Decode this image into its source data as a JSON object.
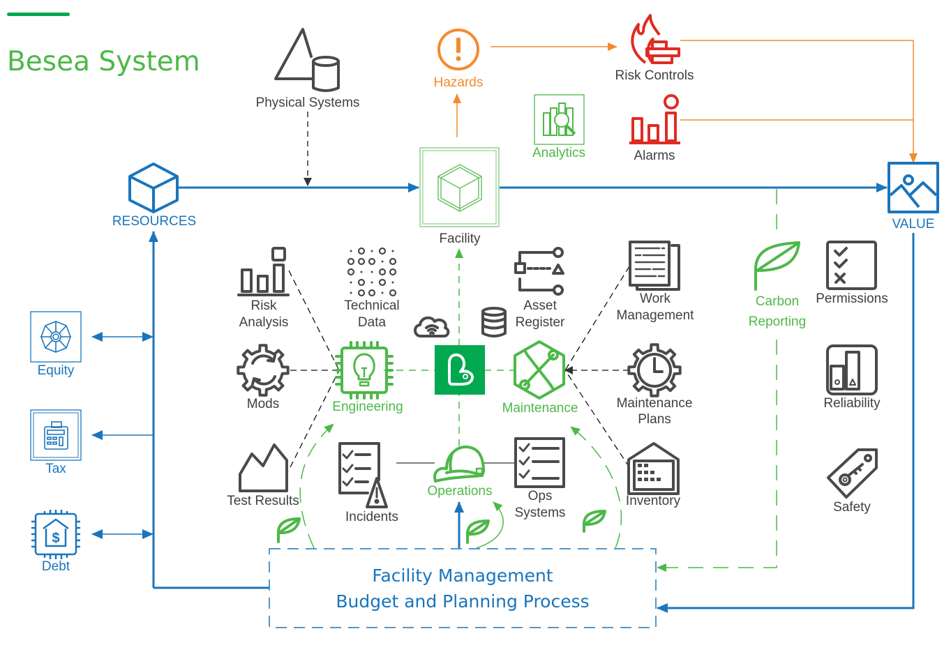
{
  "title": "Besea System",
  "colors": {
    "brand_green": "#00a94f",
    "label_green": "#4db848",
    "flow_blue": "#1a75bc",
    "hazard_orange": "#f58a2c",
    "alarm_red": "#e12b22",
    "icon_gray": "#4a4a4a"
  },
  "nodes": {
    "physical_systems": {
      "label": "Physical Systems",
      "icon": "triangle-cylinder-icon"
    },
    "hazards": {
      "label": "Hazards",
      "icon": "exclamation-circle-icon"
    },
    "risk_controls": {
      "label": "Risk Controls",
      "icon": "fire-wall-icon"
    },
    "analytics": {
      "label": "Analytics",
      "icon": "analytics-magnifier-icon"
    },
    "alarms": {
      "label": "Alarms",
      "icon": "bar-chart-alert-icon"
    },
    "resources": {
      "label": "RESOURCES",
      "icon": "cube-icon"
    },
    "facility": {
      "label": "Facility",
      "icon": "cube-icon"
    },
    "value": {
      "label": "VALUE",
      "icon": "landscape-image-icon"
    },
    "equity": {
      "label": "Equity",
      "icon": "vault-wheel-icon"
    },
    "tax": {
      "label": "Tax",
      "icon": "calculator-icon"
    },
    "debt": {
      "label": "Debt",
      "icon": "bank-chip-icon"
    },
    "risk_analysis": {
      "label_line1": "Risk",
      "label_line2": "Analysis",
      "icon": "bar-chart-icon"
    },
    "technical_data": {
      "label_line1": "Technical",
      "label_line2": "Data",
      "icon": "dot-matrix-icon"
    },
    "asset_register": {
      "label_line1": "Asset",
      "label_line2": "Register",
      "icon": "hierarchy-icon"
    },
    "work_management": {
      "label_line1": "Work",
      "label_line2": "Management",
      "icon": "document-stack-icon"
    },
    "carbon_reporting": {
      "label_line1": "Carbon",
      "label_line2": "Reporting",
      "icon": "leaf-icon"
    },
    "permissions": {
      "label": "Permissions",
      "icon": "checklist-icon"
    },
    "mods": {
      "label": "Mods",
      "icon": "gear-refresh-icon"
    },
    "engineering": {
      "label": "Engineering",
      "icon": "lightbulb-chip-icon"
    },
    "besea_logo": {
      "icon": "besea-logo-icon"
    },
    "cloud": {
      "icon": "cloud-wifi-icon"
    },
    "database": {
      "icon": "database-icon"
    },
    "maintenance": {
      "label": "Maintenance",
      "icon": "tools-hexagon-icon"
    },
    "maintenance_plans": {
      "label_line1": "Maintenance",
      "label_line2": "Plans",
      "icon": "gear-clock-icon"
    },
    "reliability": {
      "label": "Reliability",
      "icon": "bar-shapes-icon"
    },
    "test_results": {
      "label": "Test Results",
      "icon": "factory-icon"
    },
    "incidents": {
      "label": "Incidents",
      "icon": "checklist-warning-icon"
    },
    "operations": {
      "label": "Operations",
      "icon": "hard-hat-icon"
    },
    "ops_systems": {
      "label_line1": "Ops",
      "label_line2": "Systems",
      "icon": "checklist-icon"
    },
    "inventory": {
      "label": "Inventory",
      "icon": "warehouse-icon"
    },
    "safety": {
      "label": "Safety",
      "icon": "key-tag-icon"
    }
  },
  "process_box": {
    "line1": "Facility Management",
    "line2": "Budget and Planning Process"
  }
}
